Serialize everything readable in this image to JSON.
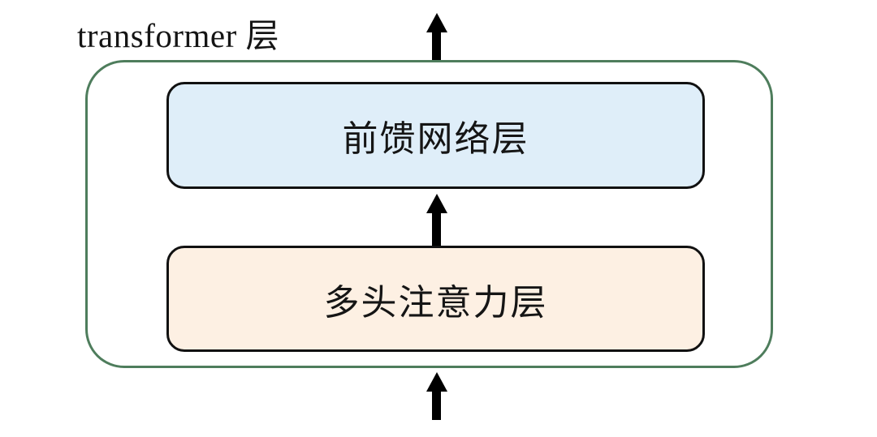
{
  "title": "transformer 层",
  "boxes": [
    {
      "id": "feed-forward",
      "label": "前馈网络层"
    },
    {
      "id": "multi-head-attention",
      "label": "多头注意力层"
    }
  ],
  "arrows": [
    {
      "id": "output-arrow",
      "direction": "up"
    },
    {
      "id": "inter-layer-arrow",
      "direction": "up"
    },
    {
      "id": "input-arrow",
      "direction": "up"
    }
  ],
  "colors": {
    "background": "#ffffff",
    "container_border": "#4e7d5c",
    "box_border": "#111111",
    "ffn_fill": "#dfeef9",
    "attention_fill": "#fdf0e3",
    "arrow": "#000000",
    "text": "#151515"
  }
}
